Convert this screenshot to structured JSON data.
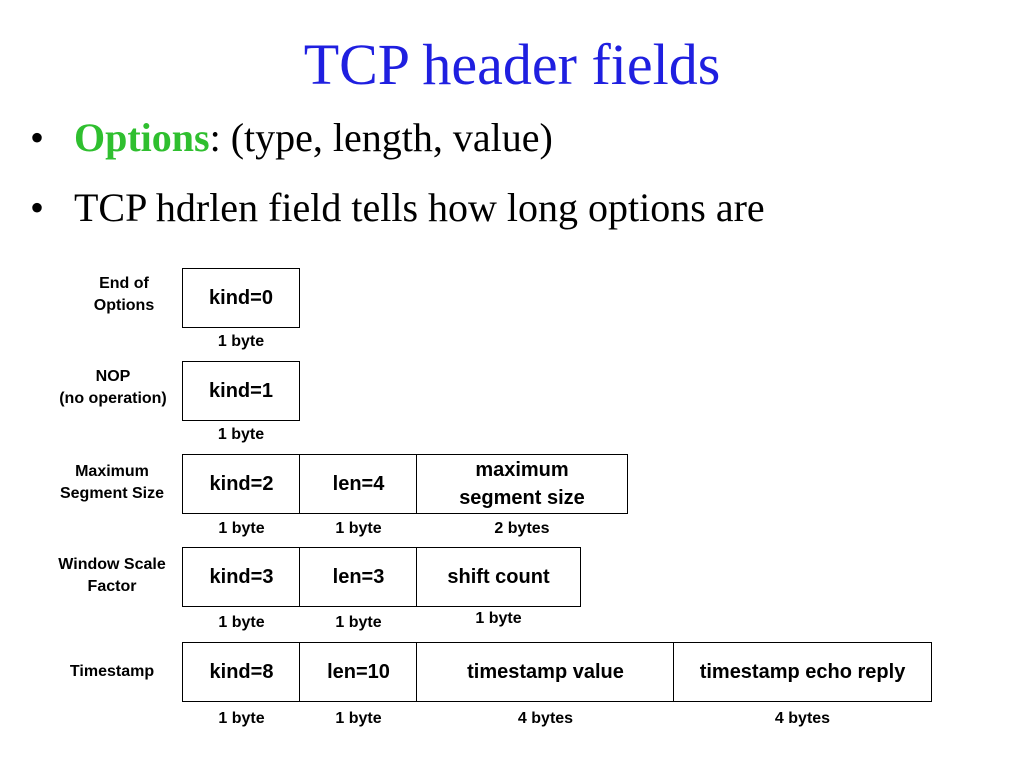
{
  "title": "TCP header fields",
  "bullets": [
    {
      "term": "Options",
      "text": ": (type, length, value)"
    },
    {
      "term": "",
      "text": "TCP hdrlen field tells how long options are"
    }
  ],
  "bullet_glyph": "•",
  "options": [
    {
      "label_lines": [
        "End of",
        "Options"
      ],
      "fields": [
        {
          "text": "kind=0",
          "size": "1 byte"
        }
      ]
    },
    {
      "label_lines": [
        "NOP",
        "(no operation)"
      ],
      "fields": [
        {
          "text": "kind=1",
          "size": "1 byte"
        }
      ]
    },
    {
      "label_lines": [
        "Maximum",
        "Segment Size"
      ],
      "fields": [
        {
          "text": "kind=2",
          "size": "1 byte"
        },
        {
          "text": "len=4",
          "size": "1 byte"
        },
        {
          "text_lines": [
            "maximum",
            "segment size"
          ],
          "size": "2 bytes"
        }
      ]
    },
    {
      "label_lines": [
        "Window Scale",
        "Factor"
      ],
      "fields": [
        {
          "text": "kind=3",
          "size": "1 byte"
        },
        {
          "text": "len=3",
          "size": "1 byte"
        },
        {
          "text": "shift count",
          "size": "1 byte"
        }
      ]
    },
    {
      "label_lines": [
        "Timestamp"
      ],
      "fields": [
        {
          "text": "kind=8",
          "size": "1 byte"
        },
        {
          "text": "len=10",
          "size": "1 byte"
        },
        {
          "text": "timestamp value",
          "size": "4 bytes"
        },
        {
          "text": "timestamp echo reply",
          "size": "4 bytes"
        }
      ]
    }
  ],
  "colors": {
    "title": "#1f1fe0",
    "term": "#2fbf2f"
  }
}
